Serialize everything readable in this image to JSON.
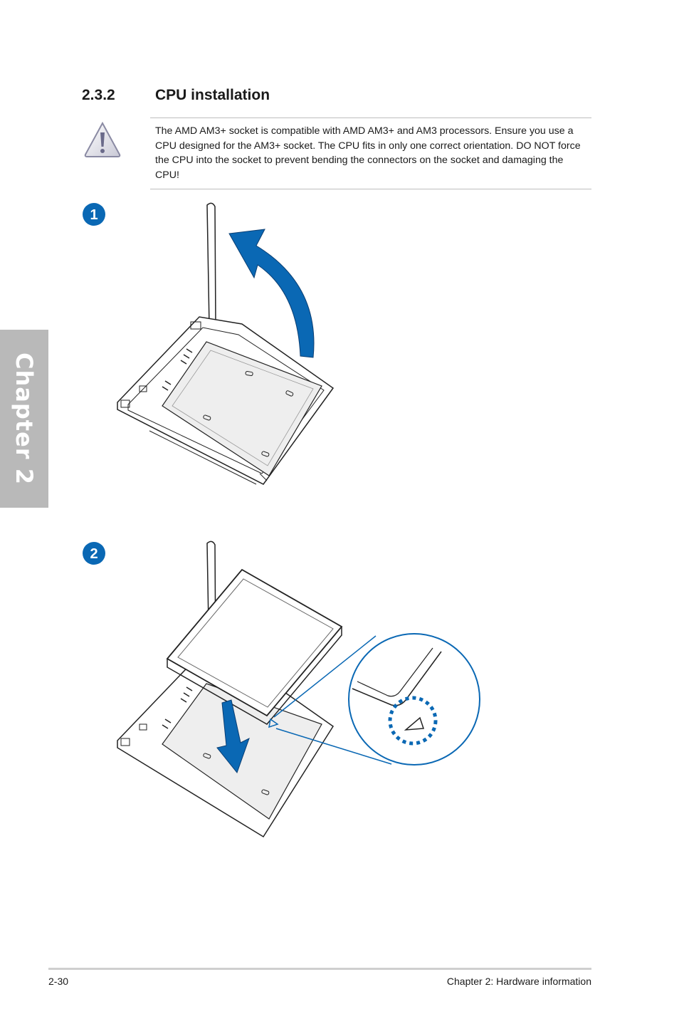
{
  "side_tab": {
    "label": "Chapter 2"
  },
  "section": {
    "number": "2.3.2",
    "title": "CPU installation"
  },
  "caution": {
    "icon": "warning-triangle-icon",
    "text": "The AMD AM3+ socket is compatible with AMD AM3+ and AM3 processors. Ensure you use a CPU designed for the AM3+ socket. The CPU fits in only one correct orientation. DO NOT force the CPU into the socket to prevent bending the connectors on the socket and damaging the CPU!"
  },
  "steps": [
    {
      "number": "1"
    },
    {
      "number": "2"
    }
  ],
  "colors": {
    "accent_blue": "#0a68b4",
    "side_tab_gray": "#b9b9b9"
  },
  "footer": {
    "page": "2-30",
    "chapter": "Chapter 2: Hardware information"
  }
}
